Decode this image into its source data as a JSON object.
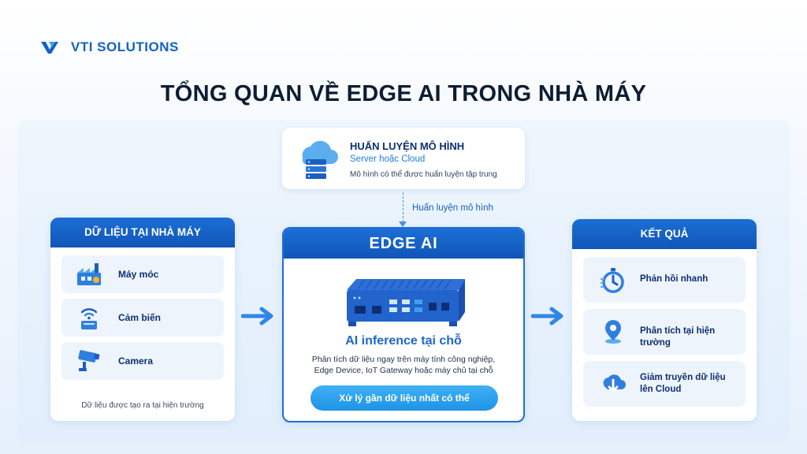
{
  "brand": {
    "name": "VTI SOLUTIONS",
    "logo_mark": "VTI",
    "logo_text": "SOLUTIONS"
  },
  "title": "TỔNG QUAN VỀ EDGE AI TRONG NHÀ MÁY",
  "training": {
    "title": "HUẤN LUYỆN MÔ HÌNH",
    "subtitle": "Server hoặc Cloud",
    "desc": "Mô hình có thể được huấn luyện tập trung",
    "icon": "cloud-server-icon"
  },
  "training_arrow_label": "Huấn luyện mô hình",
  "factory_data": {
    "header": "DỮ LIỆU TẠI NHÀ MÁY",
    "items": [
      {
        "label": "Máy móc",
        "icon": "factory-icon"
      },
      {
        "label": "Cảm biến",
        "icon": "sensor-icon"
      },
      {
        "label": "Camera",
        "icon": "camera-icon"
      }
    ],
    "note": "Dữ liệu được tạo ra tại hiện trường"
  },
  "edge": {
    "header": "EDGE AI",
    "device_icon": "edge-device-icon",
    "inference_title": "AI inference tại chỗ",
    "desc_line1": "Phân tích dữ liệu ngay trên máy tính công nghiệp,",
    "desc_line2": "Edge Device, IoT Gateway hoặc máy chủ tại chỗ",
    "button": "Xử lý gần dữ liệu nhất có thể"
  },
  "results": {
    "header": "KẾT QUẢ",
    "items": [
      {
        "label": "Phản hồi nhanh",
        "icon": "stopwatch-icon"
      },
      {
        "label": "Phân tích tại hiện trường",
        "icon": "location-pin-icon"
      },
      {
        "label_line1": "Giảm truyền dữ liệu",
        "label_line2": "lên Cloud",
        "icon": "cloud-download-icon"
      }
    ]
  },
  "colors": {
    "primary": "#1361c8",
    "accent": "#1f93e6",
    "dark": "#0d1d33"
  }
}
